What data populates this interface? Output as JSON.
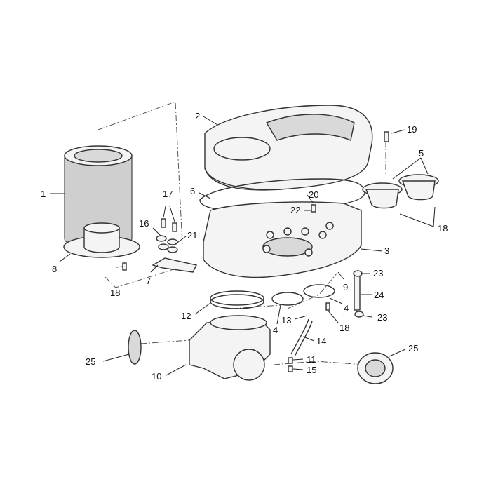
{
  "callouts": {
    "p1": "1",
    "p2": "2",
    "p3": "3",
    "p4a": "4",
    "p4b": "4",
    "p5": "5",
    "p6": "6",
    "p7": "7",
    "p8": "8",
    "p9": "9",
    "p10": "10",
    "p11": "11",
    "p12": "12",
    "p13": "13",
    "p14": "14",
    "p15": "15",
    "p16": "16",
    "p17": "17",
    "p18a": "18",
    "p18b": "18",
    "p18c": "18",
    "p19": "19",
    "p20": "20",
    "p21": "21",
    "p22": "22",
    "p23a": "23",
    "p23b": "23",
    "p24": "24",
    "p25a": "25",
    "p25b": "25"
  }
}
